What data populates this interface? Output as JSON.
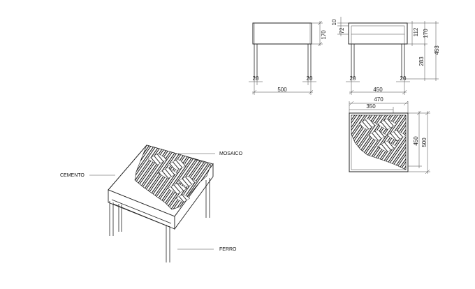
{
  "labels": {
    "mosaico": "MOSAICO",
    "cemento": "CEMENTO",
    "ferro": "FERRO"
  },
  "front_view": {
    "height_top": "170",
    "leg_left": "20",
    "leg_right": "20",
    "width": "500"
  },
  "side_view": {
    "dim_10": "10",
    "dim_72": "72",
    "dim_112": "112",
    "dim_170": "170",
    "dim_283": "283",
    "dim_453": "453",
    "leg_left": "20",
    "leg_right": "20",
    "width": "450"
  },
  "top_view": {
    "width_outer": "470",
    "width_inner": "350",
    "depth_inner": "450",
    "depth_outer": "500"
  },
  "colors": {
    "line": "#222222",
    "mosaic": "#1a1a1a"
  }
}
